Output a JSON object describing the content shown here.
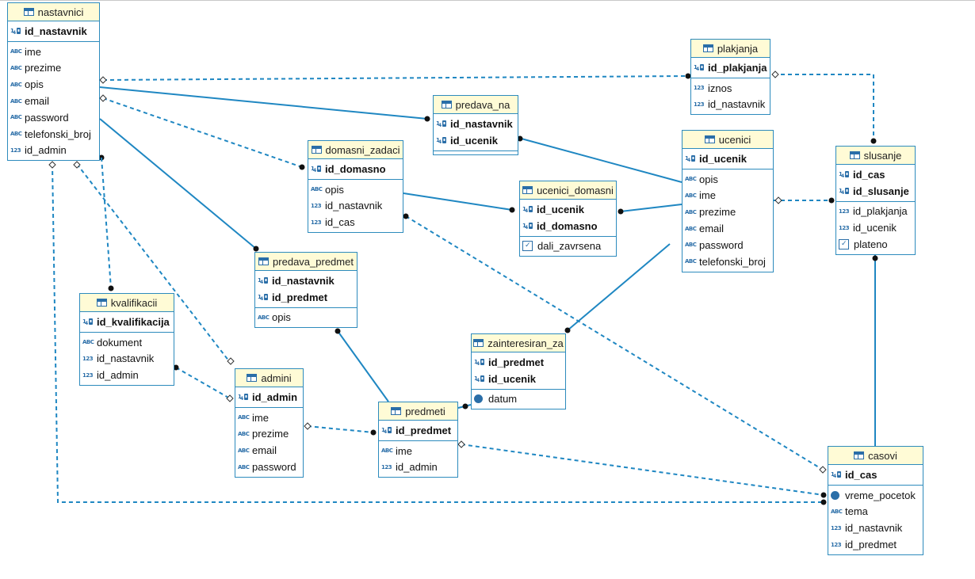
{
  "tables": {
    "nastavnici": {
      "title": "nastavnici",
      "pk": [
        {
          "icon": "key-icon",
          "name": "id_nastavnik"
        }
      ],
      "cols": [
        {
          "icon": "abc-icon",
          "name": "ime"
        },
        {
          "icon": "abc-icon",
          "name": "prezime"
        },
        {
          "icon": "abc-icon",
          "name": "opis"
        },
        {
          "icon": "abc-icon",
          "name": "email"
        },
        {
          "icon": "abc-icon",
          "name": "password"
        },
        {
          "icon": "abc-icon",
          "name": "telefonski_broj"
        },
        {
          "icon": "num-icon",
          "name": "id_admin"
        }
      ]
    },
    "plakjanja": {
      "title": "plakjanja",
      "pk": [
        {
          "icon": "key-icon",
          "name": "id_plakjanja"
        }
      ],
      "cols": [
        {
          "icon": "num-icon",
          "name": "iznos"
        },
        {
          "icon": "num-icon",
          "name": "id_nastavnik"
        }
      ]
    },
    "predava_na": {
      "title": "predava_na",
      "pk": [
        {
          "icon": "key-icon",
          "name": "id_nastavnik"
        },
        {
          "icon": "key-icon",
          "name": "id_ucenik"
        }
      ],
      "cols": []
    },
    "domasni_zadaci": {
      "title": "domasni_zadaci",
      "pk": [
        {
          "icon": "key-icon",
          "name": "id_domasno"
        }
      ],
      "cols": [
        {
          "icon": "abc-icon",
          "name": "opis"
        },
        {
          "icon": "num-icon",
          "name": "id_nastavnik"
        },
        {
          "icon": "num-icon",
          "name": "id_cas"
        }
      ]
    },
    "ucenici": {
      "title": "ucenici",
      "pk": [
        {
          "icon": "key-icon",
          "name": "id_ucenik"
        }
      ],
      "cols": [
        {
          "icon": "abc-icon",
          "name": "opis"
        },
        {
          "icon": "abc-icon",
          "name": "ime"
        },
        {
          "icon": "abc-icon",
          "name": "prezime"
        },
        {
          "icon": "abc-icon",
          "name": "email"
        },
        {
          "icon": "abc-icon",
          "name": "password"
        },
        {
          "icon": "abc-icon",
          "name": "telefonski_broj"
        }
      ]
    },
    "slusanje": {
      "title": "slusanje",
      "pk": [
        {
          "icon": "key-icon",
          "name": "id_cas"
        },
        {
          "icon": "key-icon",
          "name": "id_slusanje"
        }
      ],
      "cols": [
        {
          "icon": "num-icon",
          "name": "id_plakjanja"
        },
        {
          "icon": "num-icon",
          "name": "id_ucenik"
        },
        {
          "icon": "check-icon",
          "name": "plateno"
        }
      ]
    },
    "ucenici_domasni": {
      "title": "ucenici_domasni",
      "pk": [
        {
          "icon": "key-icon",
          "name": "id_ucenik"
        },
        {
          "icon": "key-icon",
          "name": "id_domasno"
        }
      ],
      "cols": [
        {
          "icon": "check-icon",
          "name": "dali_zavrsena"
        }
      ]
    },
    "predava_predmet": {
      "title": "predava_predmet",
      "pk": [
        {
          "icon": "key-icon",
          "name": "id_nastavnik"
        },
        {
          "icon": "key-icon",
          "name": "id_predmet"
        }
      ],
      "cols": [
        {
          "icon": "abc-icon",
          "name": "opis"
        }
      ]
    },
    "kvalifikacii": {
      "title": "kvalifikacii",
      "pk": [
        {
          "icon": "key-icon",
          "name": "id_kvalifikacija"
        }
      ],
      "cols": [
        {
          "icon": "abc-icon",
          "name": "dokument"
        },
        {
          "icon": "num-icon",
          "name": "id_nastavnik"
        },
        {
          "icon": "num-icon",
          "name": "id_admin"
        }
      ]
    },
    "admini": {
      "title": "admini",
      "pk": [
        {
          "icon": "key-icon",
          "name": "id_admin"
        }
      ],
      "cols": [
        {
          "icon": "abc-icon",
          "name": "ime"
        },
        {
          "icon": "abc-icon",
          "name": "prezime"
        },
        {
          "icon": "abc-icon",
          "name": "email"
        },
        {
          "icon": "abc-icon",
          "name": "password"
        }
      ]
    },
    "zainteresiran_za": {
      "title": "zainteresiran_za",
      "pk": [
        {
          "icon": "key-icon",
          "name": "id_predmet"
        },
        {
          "icon": "key-icon",
          "name": "id_ucenik"
        }
      ],
      "cols": [
        {
          "icon": "clock-icon",
          "name": "datum"
        }
      ]
    },
    "predmeti": {
      "title": "predmeti",
      "pk": [
        {
          "icon": "key-icon",
          "name": "id_predmet"
        }
      ],
      "cols": [
        {
          "icon": "abc-icon",
          "name": "ime"
        },
        {
          "icon": "num-icon",
          "name": "id_admin"
        }
      ]
    },
    "casovi": {
      "title": "casovi",
      "pk": [
        {
          "icon": "key-icon",
          "name": "id_cas"
        }
      ],
      "cols": [
        {
          "icon": "clock-icon",
          "name": "vreme_pocetok"
        },
        {
          "icon": "abc-icon",
          "name": "tema"
        },
        {
          "icon": "num-icon",
          "name": "id_nastavnik"
        },
        {
          "icon": "num-icon",
          "name": "id_predmet"
        }
      ]
    }
  },
  "colors": {
    "border": "#2d8bbd",
    "header_bg": "#fffbd6",
    "line": "#1f87c2"
  },
  "icon_glyphs": {
    "key-icon": "1⁄4🔑",
    "abc-icon": "ABC",
    "num-icon": "123",
    "check-icon": "✓",
    "clock-icon": ""
  }
}
